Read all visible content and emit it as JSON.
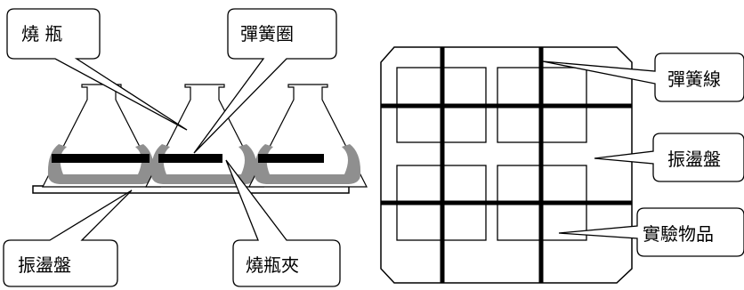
{
  "labels": {
    "flask": "燒 瓶",
    "spring_ring": "彈簧圈",
    "shaker_left": "振盪盤",
    "flask_clamp": "燒瓶夾",
    "spring_line": "彈簧線",
    "shaker_right": "振盪盤",
    "sample": "實驗物品"
  },
  "colors": {
    "ink": "#000000",
    "clamp_gray": "#8f8f8f",
    "paper": "#ffffff"
  }
}
